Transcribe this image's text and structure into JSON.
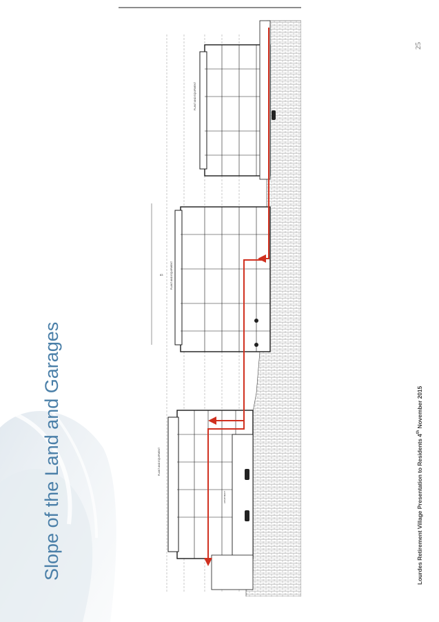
{
  "slide": {
    "title": "Slope of the Land and Garages",
    "footer_main": "Lourdes Retirement Village Presentation to Residents 4",
    "footer_sup": "th",
    "footer_end": " November 2015",
    "page_number": "25"
  },
  "drawing": {
    "label_plant_1": "PLANT AND EQUIPMENT",
    "label_plant_2": "PLANT AND EQUIPMENT",
    "label_plant_3": "PLANT AND EQUIPMENT",
    "label_apartment": "APARTMENT",
    "label_dim": "83"
  },
  "colors": {
    "title": "#4a7fa8",
    "arrow": "#d0301f",
    "line": "#1a1a1a"
  }
}
